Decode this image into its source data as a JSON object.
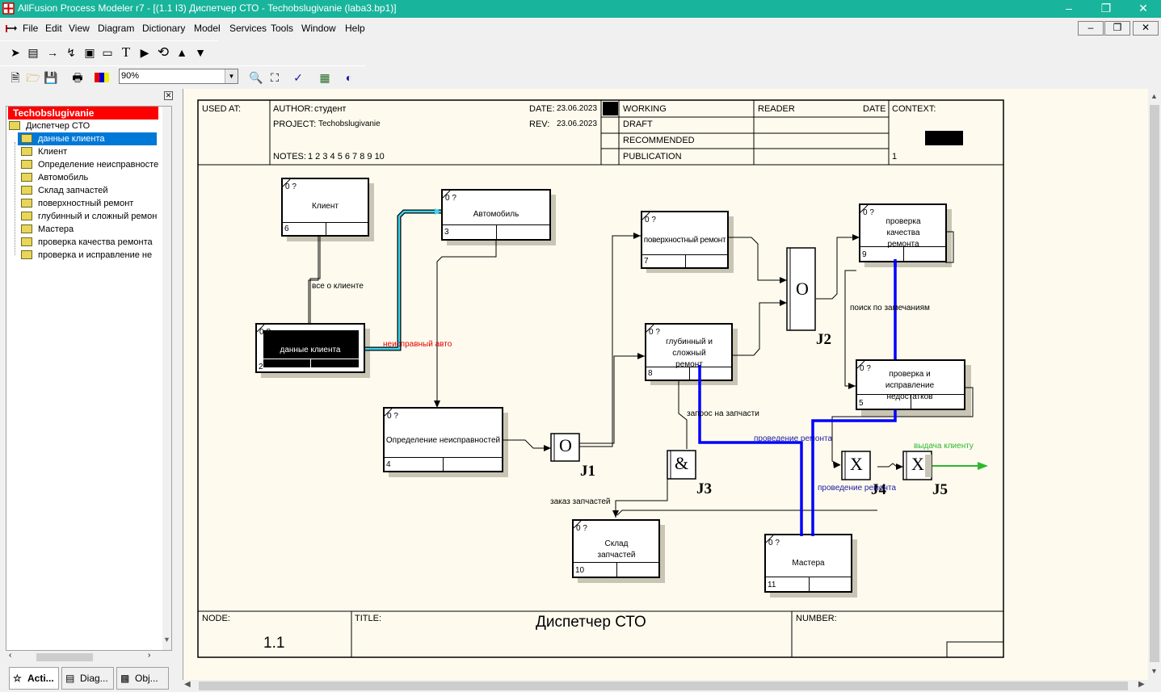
{
  "window": {
    "title": "AllFusion Process Modeler r7 - [(1.1 I3) Диспетчер СТО - Techobslugivanie  (laba3.bp1)]"
  },
  "menu": [
    "File",
    "Edit",
    "View",
    "Diagram",
    "Dictionary",
    "Model",
    "Services",
    "Tools",
    "Window",
    "Help"
  ],
  "toolbar": {
    "zoom_value": "90%"
  },
  "tree": {
    "root": "Techobslugivanie",
    "diagram": "Диспетчер СТО",
    "items": [
      "данные клиента",
      "Клиент",
      "Определение неисправносте",
      "Автомобиль",
      "Склад запчастей",
      "поверхностный ремонт",
      "глубинный и сложный ремон",
      "Мастера",
      "проверка  качества  ремонта",
      "проверка и  исправление  не"
    ],
    "selected_index": 0
  },
  "bottom_tabs": [
    "Acti...",
    "Diag...",
    "Obj..."
  ],
  "frame": {
    "used_at": "USED AT:",
    "author_label": "AUTHOR:",
    "author": "студент",
    "project_label": "PROJECT:",
    "project": "Techobslugivanie",
    "notes_label": "NOTES:",
    "notes": "1  2  3  4  5  6  7  8  9  10",
    "date_label": "DATE:",
    "date": "23.06.2023",
    "rev_label": "REV:",
    "rev": "23.06.2023",
    "status": [
      "WORKING",
      "DRAFT",
      "RECOMMENDED",
      "PUBLICATION"
    ],
    "reader": "READER",
    "reader_date": "DATE",
    "context": "CONTEXT:",
    "context_page": "1",
    "node_label": "NODE:",
    "node": "1.1",
    "title_label": "TITLE:",
    "title": "Диспетчер СТО",
    "number_label": "NUMBER:"
  },
  "boxes": [
    {
      "id": "klient",
      "name": "Клиент",
      "num": "6",
      "cost": "0 ?"
    },
    {
      "id": "auto",
      "name": "Автомобиль",
      "num": "3",
      "cost": "0 ?"
    },
    {
      "id": "dannye",
      "name": "данные клиента",
      "num": "2",
      "cost": "0 ?"
    },
    {
      "id": "opred",
      "name": "Определение неисправностей",
      "num": "4",
      "cost": "0 ?"
    },
    {
      "id": "pov",
      "name": "поверхностный ремонт",
      "num": "7",
      "cost": "0 ?"
    },
    {
      "id": "glub",
      "name": "глубинный и сложный ремонт",
      "num": "8",
      "cost": "0 ?"
    },
    {
      "id": "prov",
      "name": "проверка качества ремонта",
      "num": "9",
      "cost": "0 ?"
    },
    {
      "id": "ispr",
      "name": "проверка и исправление недостатков",
      "num": "5",
      "cost": "0 ?"
    },
    {
      "id": "sklad",
      "name": "Склад запчастей",
      "num": "10",
      "cost": "0 ?"
    },
    {
      "id": "mastera",
      "name": "Мастера",
      "num": "11",
      "cost": "0 ?"
    }
  ],
  "junctions": [
    {
      "id": "J1",
      "symbol": "O"
    },
    {
      "id": "J2",
      "symbol": "O"
    },
    {
      "id": "J3",
      "symbol": "&"
    },
    {
      "id": "J4",
      "symbol": "X"
    },
    {
      "id": "J5",
      "symbol": "X"
    }
  ],
  "arrow_labels": {
    "vse": "все о клиенте",
    "neispr": "неисправный авто",
    "poisk": "поиск по замечаниям",
    "zapros": "запрос на запчасти",
    "provedenie1": "проведение ремонта",
    "provedenie2": "проведение ремонта",
    "vydacha": "выдача клиенту",
    "zakaz": "заказ запчастей"
  },
  "colors": {
    "titlebar": "#18b49c",
    "tree_root": "#ff0000",
    "selection": "#0078d7",
    "blue_arrow": "#0000ff",
    "green_arrow": "#2db82d",
    "red_label": "#e00000",
    "canvas": "#fefbee"
  }
}
